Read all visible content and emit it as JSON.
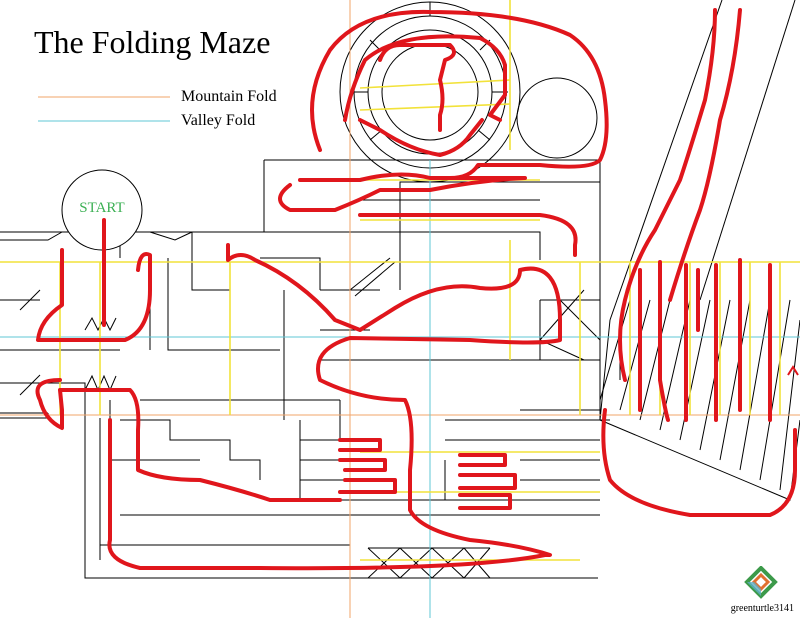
{
  "title": "The Folding Maze",
  "legend": [
    {
      "label": "Mountain Fold",
      "color": "#f2a46a"
    },
    {
      "label": "Valley Fold",
      "color": "#5fc7d6"
    }
  ],
  "start_label": "START",
  "start_color": "#3cb054",
  "solution_color": "#e0161c",
  "credit": "greenturtle3141"
}
